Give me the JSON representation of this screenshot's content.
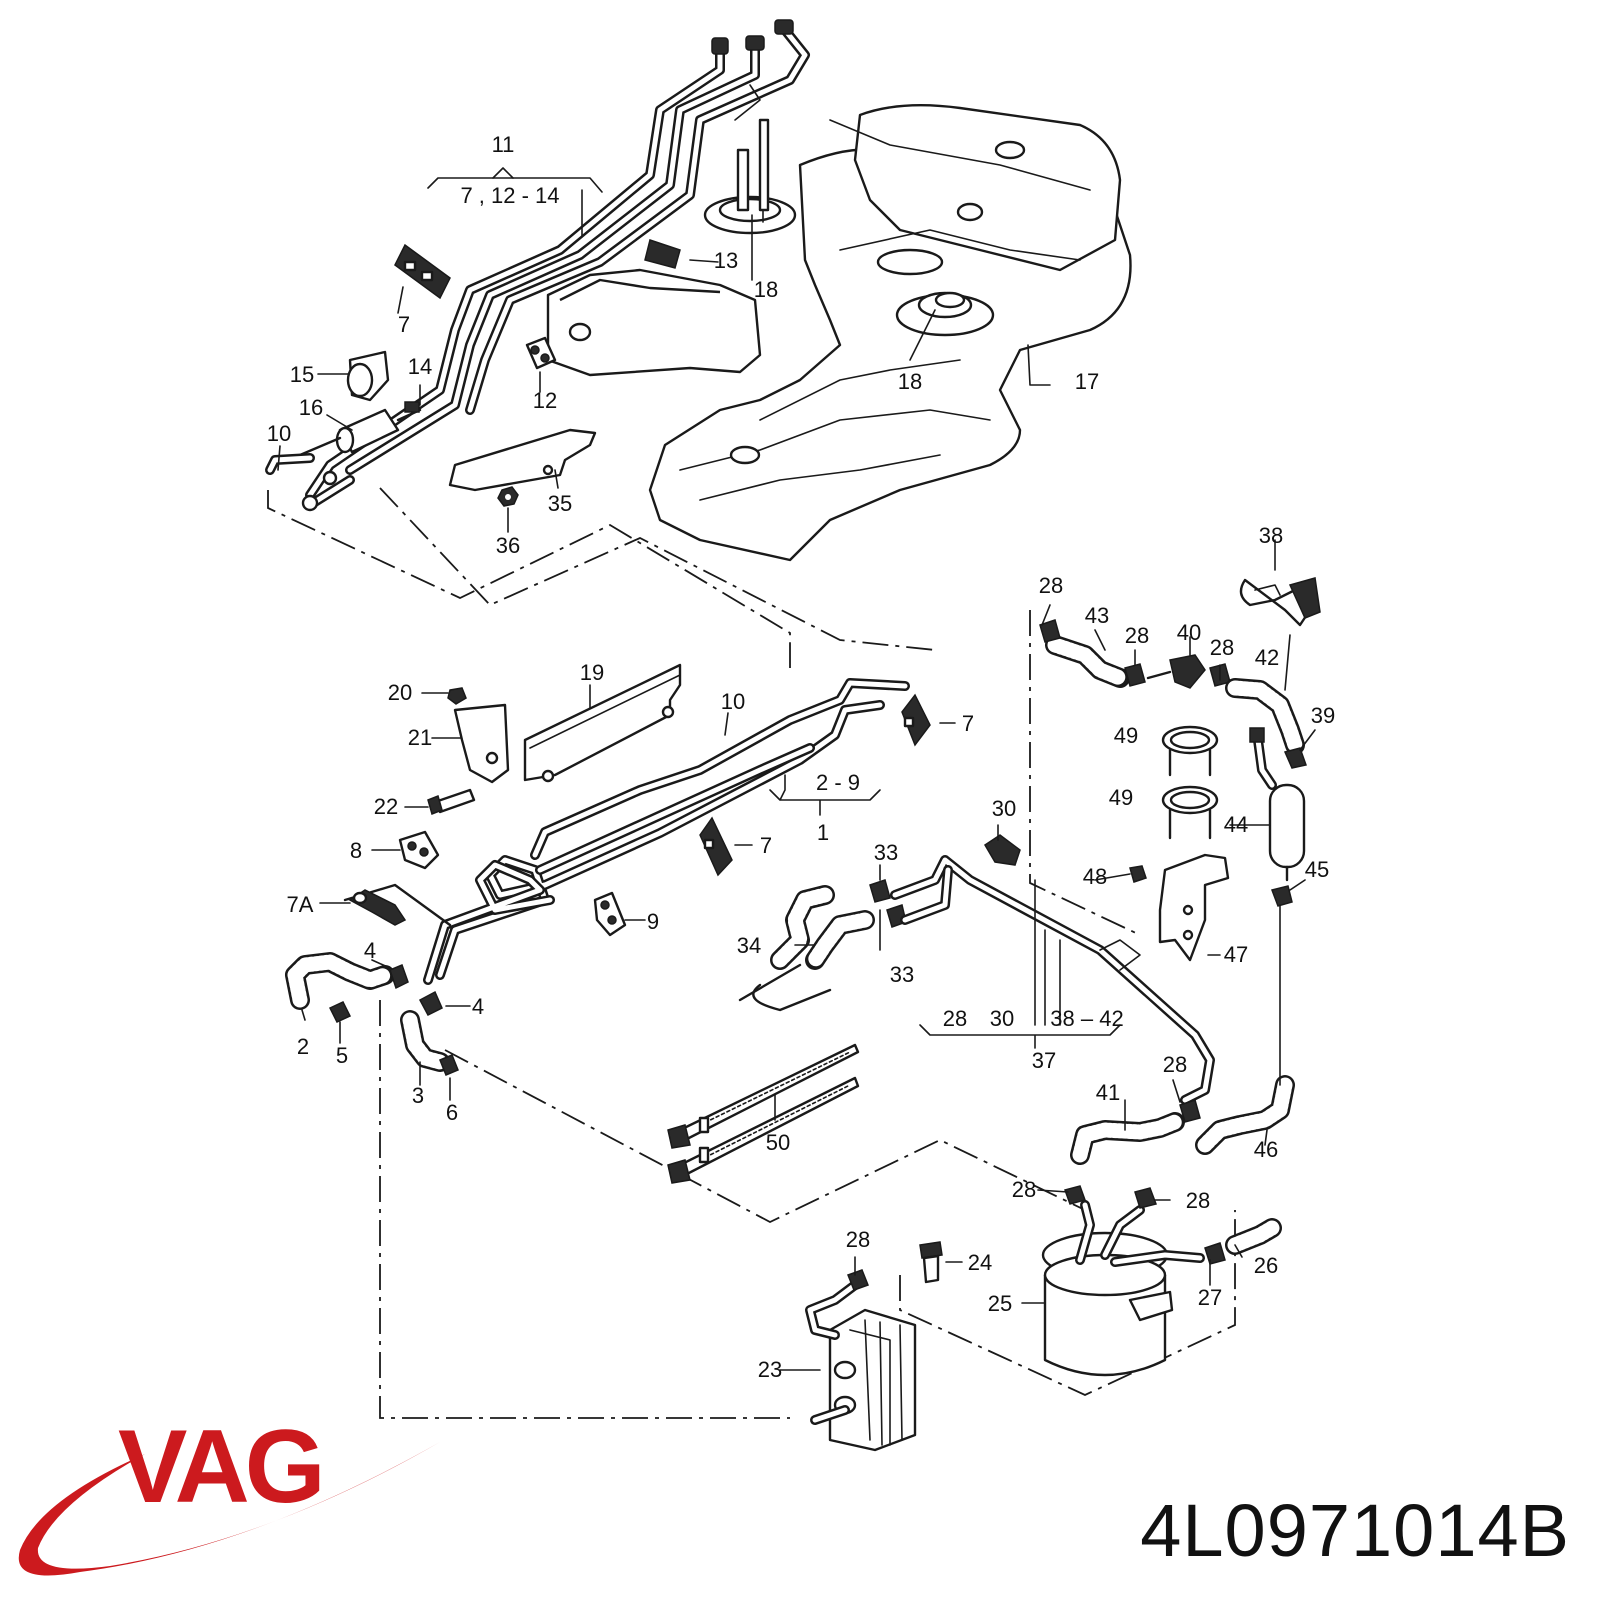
{
  "brand": {
    "name": "VAG",
    "color": "#cc1a1e"
  },
  "part_number": "4L0971014B",
  "callouts": {
    "c1": "1",
    "c2": "2",
    "c3": "3",
    "c4a": "4",
    "c4b": "4",
    "c5": "5",
    "c6": "6",
    "c7a": "7",
    "c7b": "7",
    "c7c": "7",
    "c7A": "7A",
    "c8": "8",
    "c9": "9",
    "c10a": "10",
    "c10b": "10",
    "c11": "11",
    "c12": "12",
    "c13": "13",
    "c14": "14",
    "c15": "15",
    "c16": "16",
    "c17": "17",
    "c18a": "18",
    "c18b": "18",
    "c19": "19",
    "c20": "20",
    "c21": "21",
    "c22": "22",
    "c23": "23",
    "c24": "24",
    "c25": "25",
    "c26": "26",
    "c27": "27",
    "c28a": "28",
    "c28b": "28",
    "c28c": "28",
    "c28d": "28",
    "c28e": "28",
    "c28f": "28",
    "c28g": "28",
    "c30": "30",
    "c33a": "33",
    "c33b": "33",
    "c34": "34",
    "c35": "35",
    "c36": "36",
    "c37": "37",
    "c38": "38",
    "c39": "39",
    "c40": "40",
    "c41": "41",
    "c42": "42",
    "c43": "43",
    "c44": "44",
    "c45": "45",
    "c46": "46",
    "c47": "47",
    "c48": "48",
    "c49a": "49",
    "c49b": "49",
    "c50": "50",
    "g11": "7 , 12 - 14",
    "g1": "2 - 9",
    "g37a": "28",
    "g37b": "30",
    "g37c": "38 – 42"
  }
}
